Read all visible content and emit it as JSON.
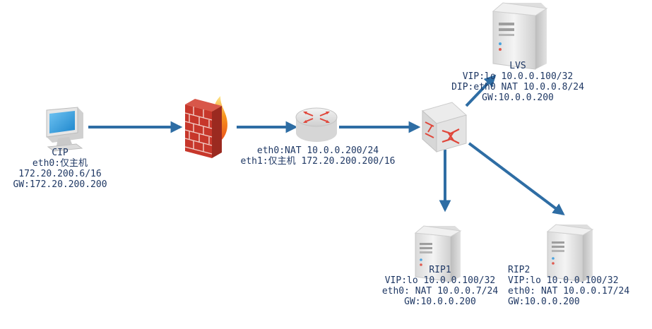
{
  "colors": {
    "arrow": "#2e6da4",
    "text": "#1f3864",
    "server_body": "#e8e8e8",
    "firewall_brick": "#c0392b",
    "router_accent": "#e0463a"
  },
  "nodes": {
    "client": {
      "icon": "desktop-computer-icon",
      "name": "CIP",
      "lines": [
        "eth0:仅主机",
        "172.20.200.6/16",
        "GW:172.20.200.200"
      ]
    },
    "firewall": {
      "icon": "firewall-icon"
    },
    "router": {
      "icon": "router-icon",
      "lines": [
        "eth0:NAT 10.0.0.200/24",
        "eth1:仅主机 172.20.200.200/16"
      ]
    },
    "switch": {
      "icon": "switch-icon"
    },
    "lvs": {
      "icon": "server-icon",
      "name": "LVS",
      "lines": [
        "VIP:lo 10.0.0.100/32",
        "DIP:eth0 NAT 10.0.0.8/24",
        "GW:10.0.0.200"
      ]
    },
    "rip1": {
      "icon": "server-icon",
      "name": "RIP1",
      "lines": [
        "VIP:lo 10.0.0.100/32",
        "eth0: NAT 10.0.0.7/24",
        "GW:10.0.0.200"
      ]
    },
    "rip2": {
      "icon": "server-icon",
      "name": "RIP2",
      "lines": [
        "VIP:lo 10.0.0.100/32",
        "eth0: NAT 10.0.0.17/24",
        "GW:10.0.0.200"
      ]
    }
  }
}
